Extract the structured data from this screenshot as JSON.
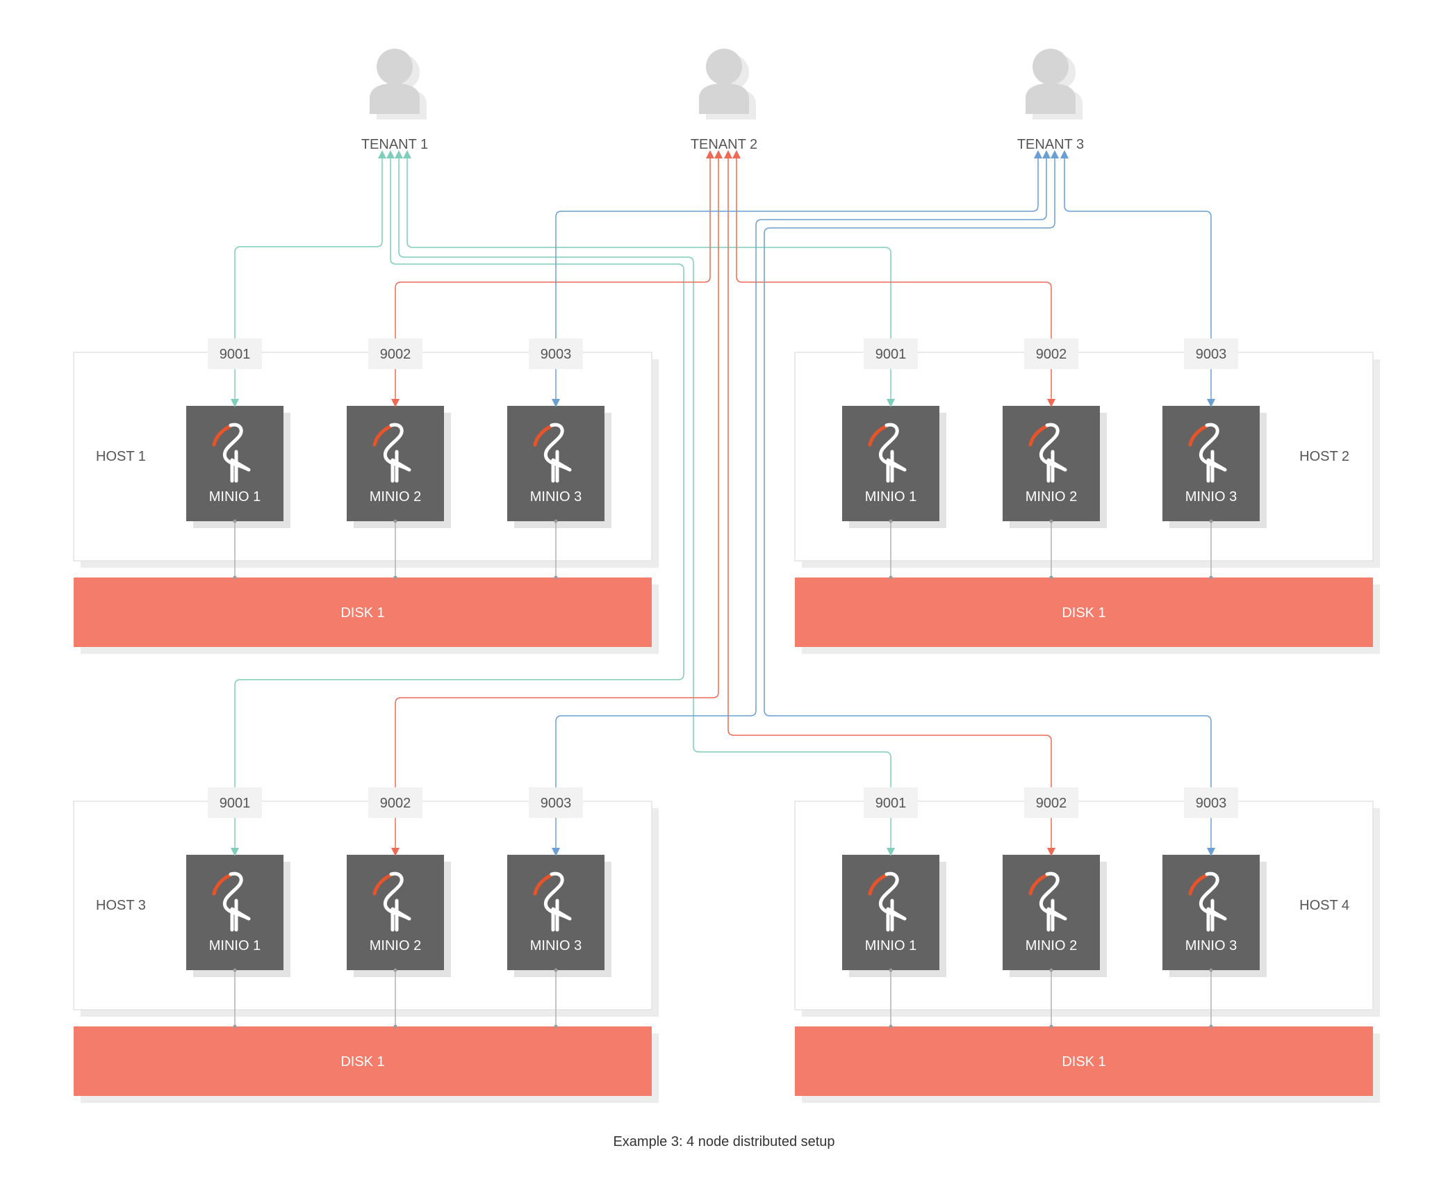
{
  "tenants": [
    {
      "label": "TENANT 1",
      "color": "#7fcdbb"
    },
    {
      "label": "TENANT 2",
      "color": "#ef6a55"
    },
    {
      "label": "TENANT 3",
      "color": "#6a9fd4"
    }
  ],
  "hosts": [
    {
      "label": "HOST 1",
      "disk": "DISK 1",
      "nodes": [
        {
          "name": "MINIO 1",
          "port": "9001"
        },
        {
          "name": "MINIO 2",
          "port": "9002"
        },
        {
          "name": "MINIO 3",
          "port": "9003"
        }
      ]
    },
    {
      "label": "HOST 2",
      "disk": "DISK 1",
      "nodes": [
        {
          "name": "MINIO 1",
          "port": "9001"
        },
        {
          "name": "MINIO 2",
          "port": "9002"
        },
        {
          "name": "MINIO 3",
          "port": "9003"
        }
      ]
    },
    {
      "label": "HOST 3",
      "disk": "DISK 1",
      "nodes": [
        {
          "name": "MINIO 1",
          "port": "9001"
        },
        {
          "name": "MINIO 2",
          "port": "9002"
        },
        {
          "name": "MINIO 3",
          "port": "9003"
        }
      ]
    },
    {
      "label": "HOST 4",
      "disk": "DISK 1",
      "nodes": [
        {
          "name": "MINIO 1",
          "port": "9001"
        },
        {
          "name": "MINIO 2",
          "port": "9002"
        },
        {
          "name": "MINIO 3",
          "port": "9003"
        }
      ]
    }
  ],
  "caption": "Example 3: 4 node distributed setup",
  "colors": {
    "node_fill": "#636363",
    "disk_fill": "#f47c6a",
    "shadow": "#e6e6e6",
    "text_gray": "#555555",
    "port_bg": "#f2f2f2",
    "heron_accent": "#e8542a"
  }
}
